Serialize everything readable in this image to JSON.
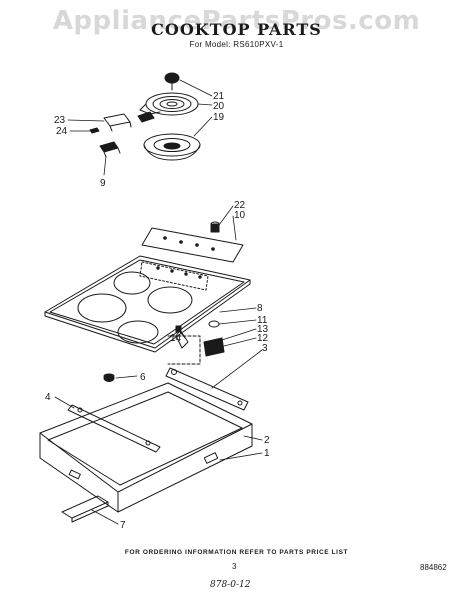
{
  "watermark": "AppliancePartsPros.com",
  "header": {
    "title": "COOKTOP PARTS",
    "model_line": "For Model: RS610PXV-1"
  },
  "callouts": {
    "c21": "21",
    "c20": "20",
    "c19": "19",
    "c23": "23",
    "c24": "24",
    "c9": "9",
    "c22": "22",
    "c10": "10",
    "c8": "8",
    "c11": "11",
    "c13": "13",
    "c12": "12",
    "c14": "14",
    "c3": "3",
    "c6": "6",
    "c4": "4",
    "c2": "2",
    "c1": "1",
    "c7": "7"
  },
  "footer": {
    "note": "FOR ORDERING INFORMATION REFER TO PARTS PRICE LIST",
    "page_number": "3",
    "document_number": "884862",
    "handwritten": "878-0-12"
  }
}
